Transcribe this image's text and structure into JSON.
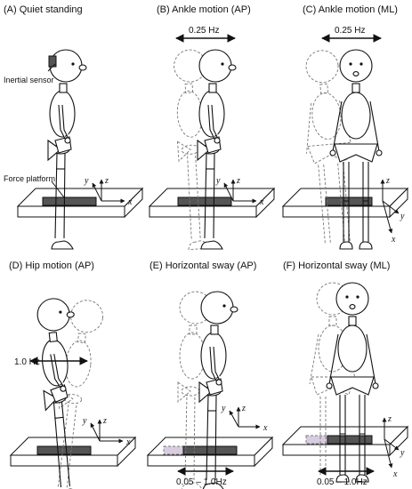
{
  "panels": [
    {
      "title": "(A) Quiet standing"
    },
    {
      "title": "(B) Ankle motion (AP)",
      "frequency": "0.25 Hz"
    },
    {
      "title": "(C) Ankle motion (ML)",
      "frequency": "0.25 Hz"
    },
    {
      "title": "(D) Hip motion (AP)",
      "frequency": "1.0 Hz"
    },
    {
      "title": "(E) Horizontal sway (AP)",
      "frequency": "0.05 – 1.0Hz"
    },
    {
      "title": "(F) Horizontal sway (ML)",
      "frequency": "0.05 – 1.0Hz"
    }
  ],
  "annotations": {
    "inertial_sensor": "Inertial sensor",
    "force_platform": "Force platform"
  },
  "axes": {
    "x": "x",
    "y": "y",
    "z": "z"
  },
  "colors": {
    "ink": "#111111",
    "force_plate": "#555555",
    "shifted_plate": "#d8cde0"
  }
}
